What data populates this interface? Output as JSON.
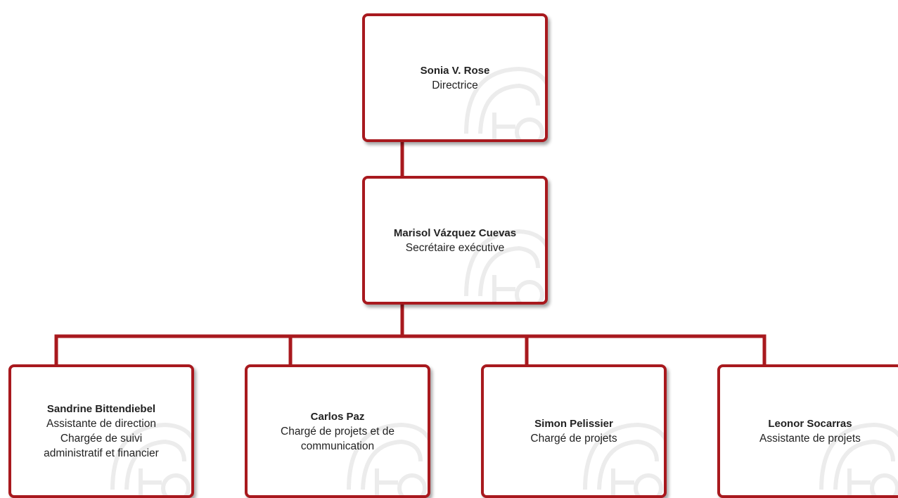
{
  "org_chart": {
    "director": {
      "name": "Sonia V. Rose",
      "role": "Directrice"
    },
    "secretary": {
      "name": "Marisol Vázquez Cuevas",
      "role": "Secrétaire exécutive"
    },
    "staff": [
      {
        "name": "Sandrine Bittendiebel",
        "role_lines": [
          "Assistante de direction",
          "Chargée de suivi",
          "administratif et financier"
        ]
      },
      {
        "name": "Carlos Paz",
        "role_lines": [
          "Chargé de projets et de",
          "communication"
        ]
      },
      {
        "name": "Simon Pelissier",
        "role_lines": [
          "Chargé de projets"
        ]
      },
      {
        "name": "Leonor Socarras",
        "role_lines": [
          "Assistante de projets"
        ]
      }
    ]
  },
  "colors": {
    "border": "#a8191e",
    "connector": "#a8191e",
    "watermark": "#ececec"
  },
  "icons": {
    "watermark": "institution-seal-watermark"
  }
}
